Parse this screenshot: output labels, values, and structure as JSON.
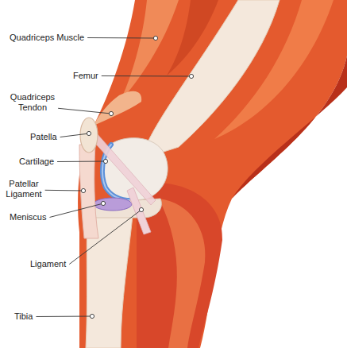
{
  "diagram": {
    "labels": [
      "Quadriceps Muscle",
      "Femur",
      "Quadriceps Tendon",
      "Patella",
      "Cartilage",
      "Patellar Ligament",
      "Meniscus",
      "Ligament",
      "Tibia"
    ]
  }
}
